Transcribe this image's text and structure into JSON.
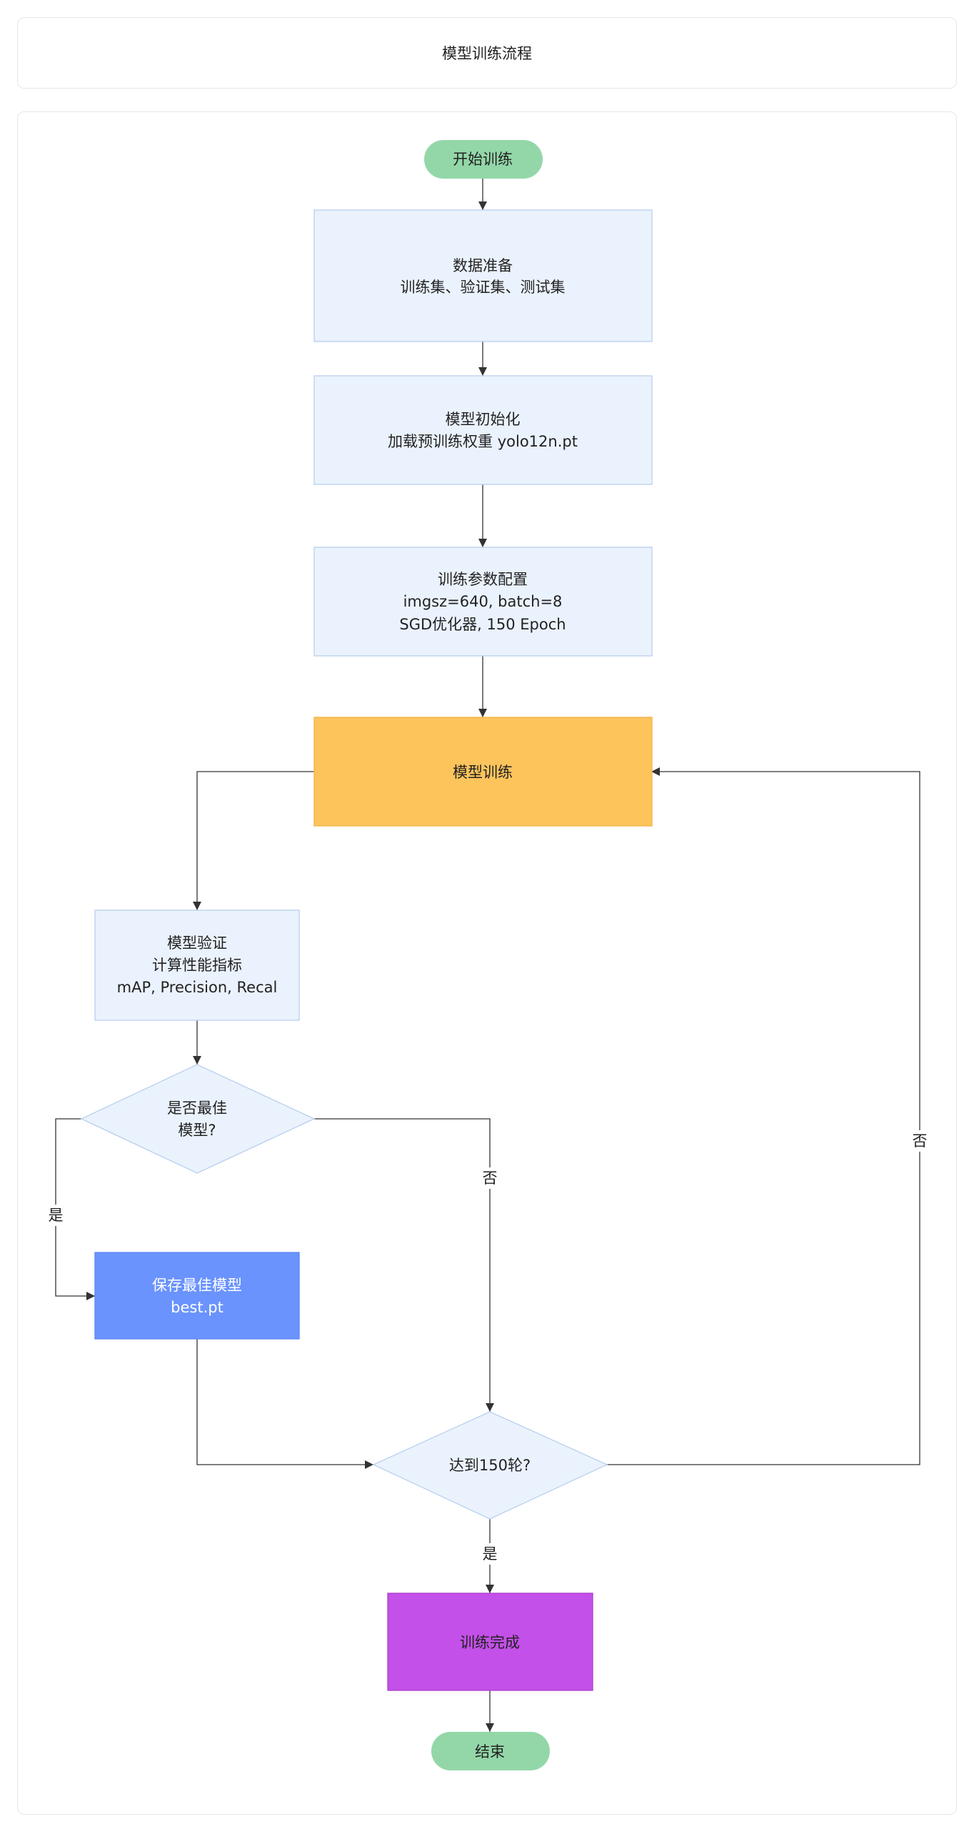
{
  "page_title": "模型训练流程",
  "colors": {
    "terminal_fill": "#93d7a8",
    "process_fill": "#eaf2fd",
    "process_stroke": "#b9d0ee",
    "training_fill": "#fdc45c",
    "save_fill": "#6a93fd",
    "finish_fill": "#c350e8",
    "decision_fill": "#eaf2fd",
    "line": "#333333"
  },
  "nodes": {
    "start": {
      "lines": [
        "开始训练"
      ]
    },
    "data_prep": {
      "lines": [
        "数据准备",
        "训练集、验证集、测试集"
      ]
    },
    "model_init": {
      "lines": [
        "模型初始化",
        "加载预训练权重 yolo12n.pt"
      ]
    },
    "train_config": {
      "lines": [
        "训练参数配置",
        "imgsz=640, batch=8",
        "SGD优化器, 150 Epoch"
      ]
    },
    "training": {
      "lines": [
        "模型训练"
      ]
    },
    "validation": {
      "lines": [
        "模型验证",
        "计算性能指标",
        "mAP, Precision, Recal"
      ]
    },
    "best_check": {
      "lines": [
        "是否最佳",
        "模型?"
      ]
    },
    "save_best": {
      "lines": [
        "保存最佳模型",
        "best.pt"
      ]
    },
    "epoch_check": {
      "lines": [
        "达到150轮?"
      ]
    },
    "finish": {
      "lines": [
        "训练完成"
      ]
    },
    "end": {
      "lines": [
        "结束"
      ]
    }
  },
  "edge_labels": {
    "best_yes": "是",
    "best_no": "否",
    "epoch_yes": "是",
    "epoch_no": "否"
  }
}
